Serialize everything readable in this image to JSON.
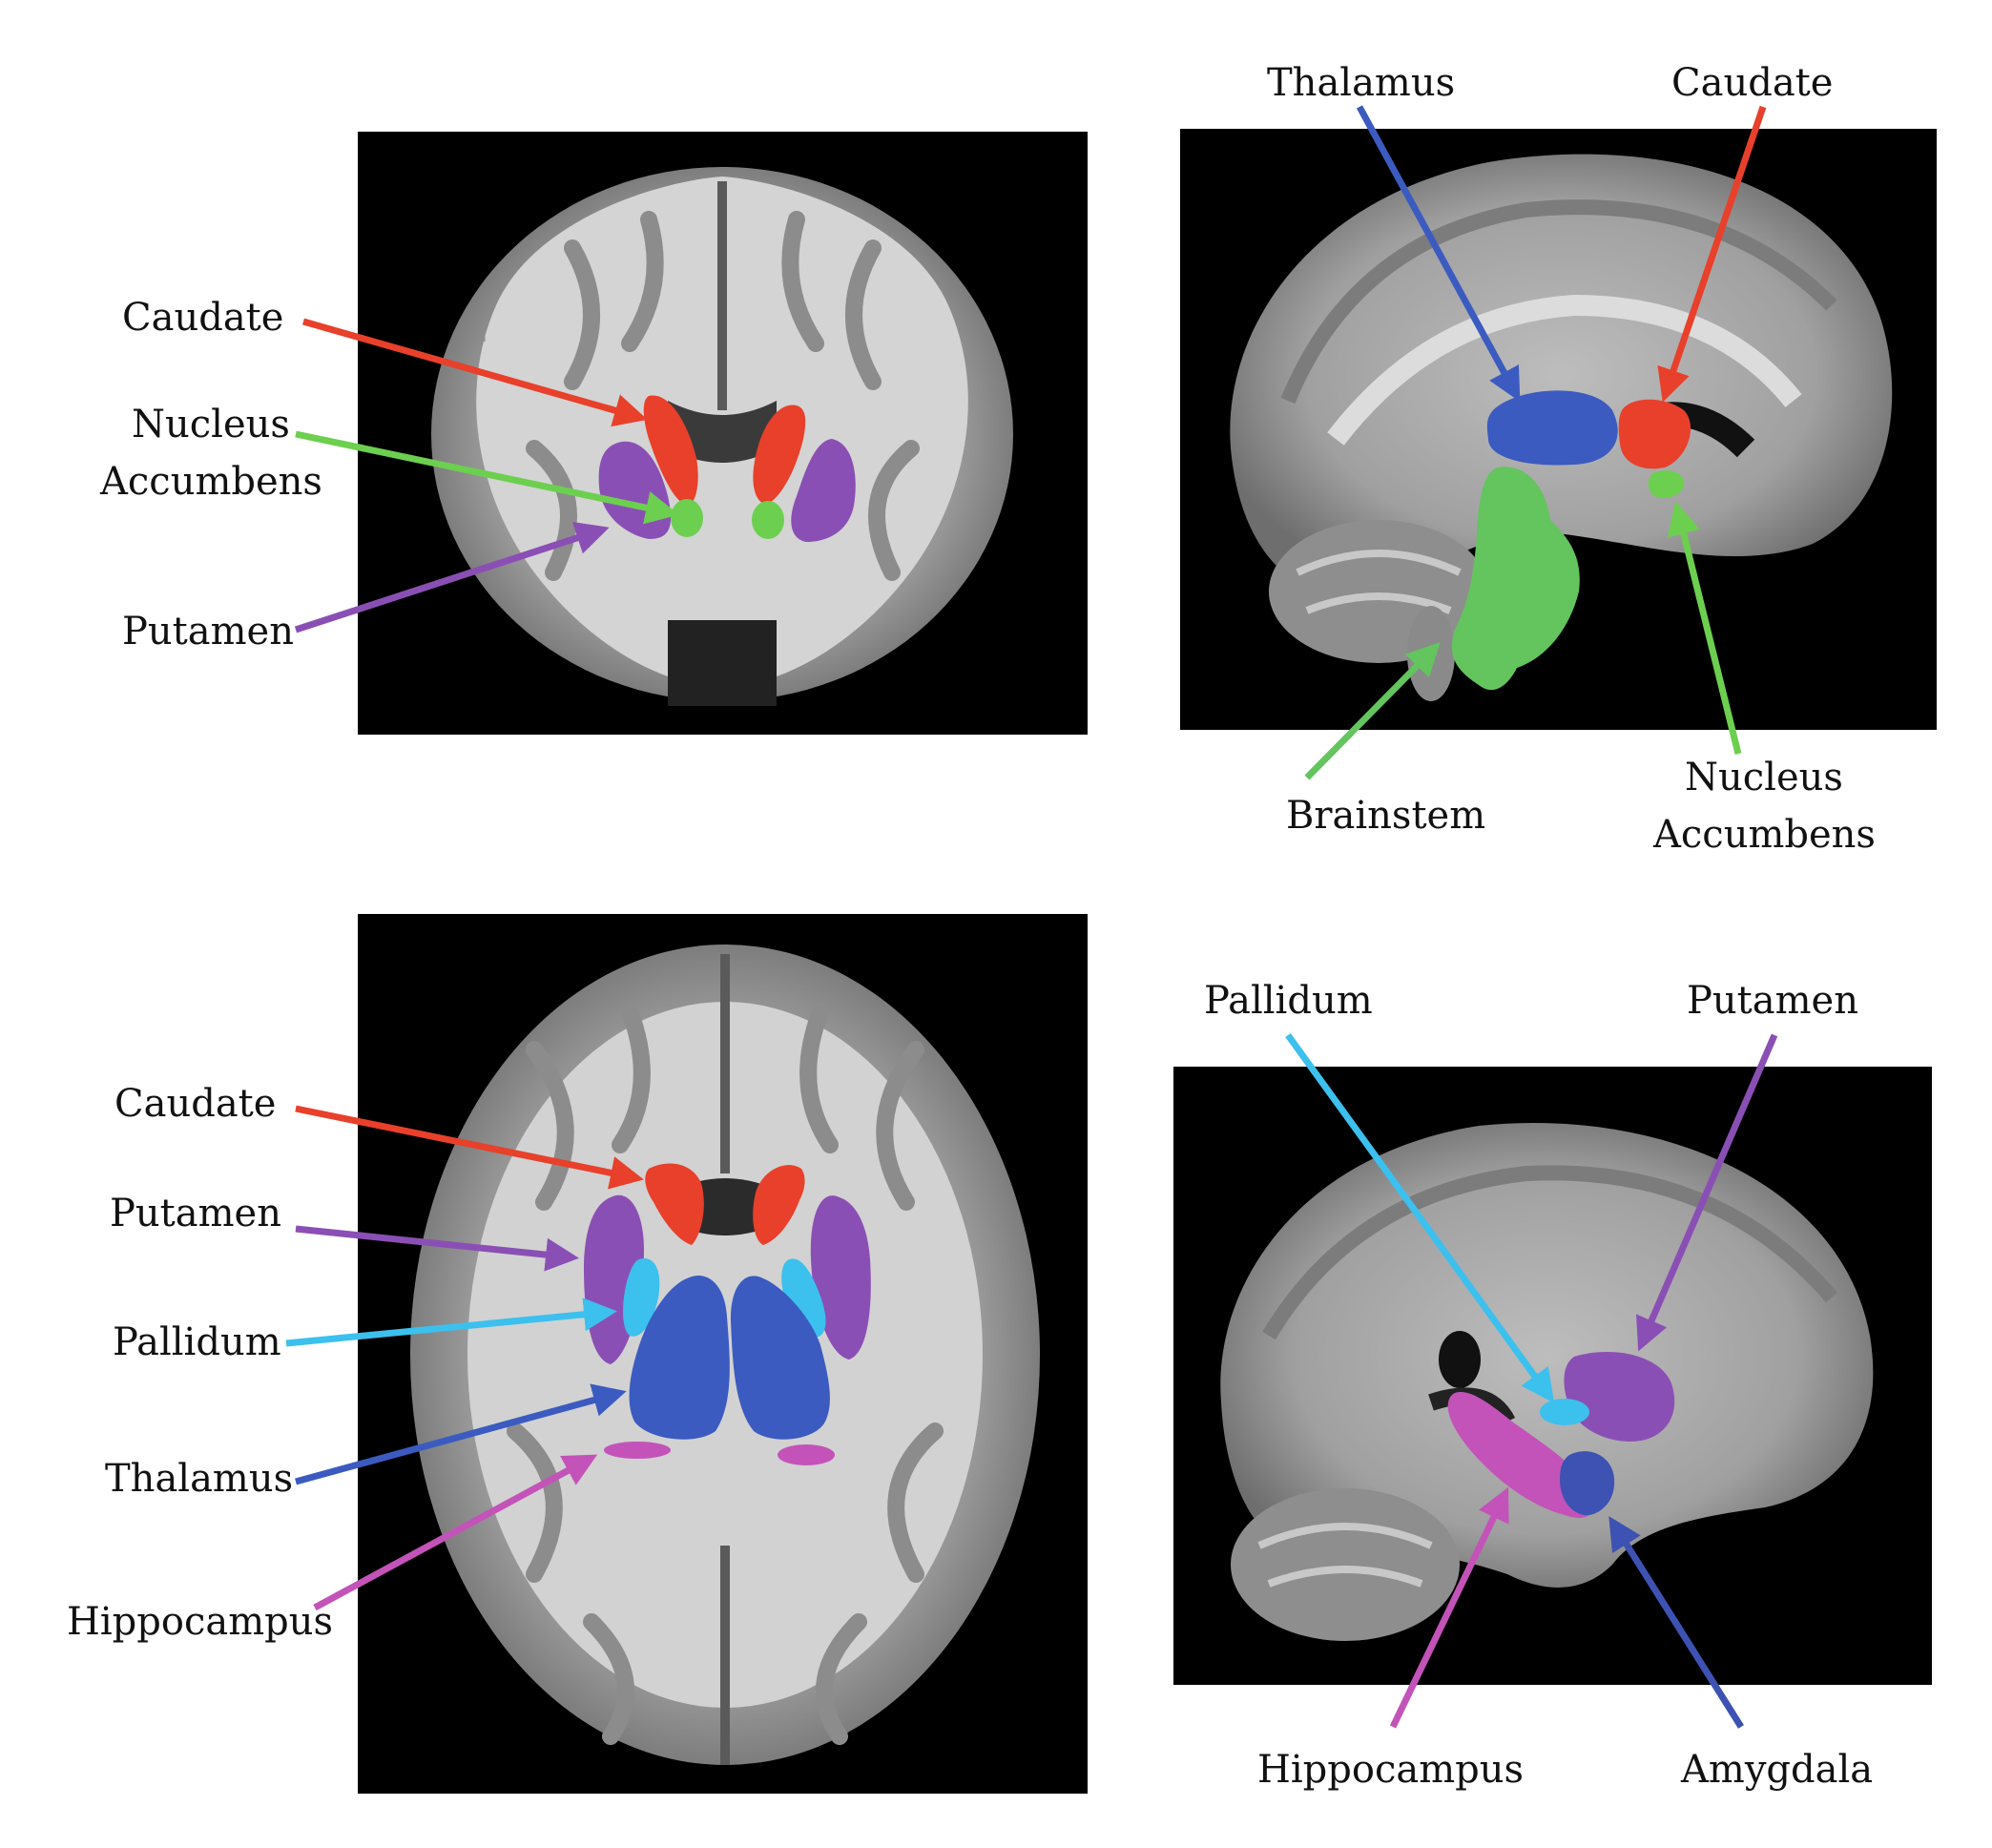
{
  "colors": {
    "caudate": "#e8402a",
    "nucleus_accumbens": "#6ccf4f",
    "putamen": "#8a4fb4",
    "thalamus": "#3b5bc0",
    "brainstem": "#64c45e",
    "pallidum": "#3cc0ee",
    "hippocampus": "#c353b8",
    "amygdala": "#3d52b2",
    "frame": "#000000",
    "brain_gray": "#9a9a9a",
    "white_matter": "#d9d9d9"
  },
  "panels": {
    "coronal": {
      "caudate": "Caudate",
      "nucleus_accumbens_1": "Nucleus",
      "nucleus_accumbens_2": "Accumbens",
      "putamen": "Putamen"
    },
    "sagittal_mid": {
      "thalamus": "Thalamus",
      "caudate": "Caudate",
      "brainstem": "Brainstem",
      "nucleus_accumbens_1": "Nucleus",
      "nucleus_accumbens_2": "Accumbens"
    },
    "axial": {
      "caudate": "Caudate",
      "putamen": "Putamen",
      "pallidum": "Pallidum",
      "thalamus": "Thalamus",
      "hippocampus": "Hippocampus"
    },
    "sagittal_lateral": {
      "pallidum": "Pallidum",
      "putamen": "Putamen",
      "hippocampus": "Hippocampus",
      "amygdala": "Amygdala"
    }
  }
}
